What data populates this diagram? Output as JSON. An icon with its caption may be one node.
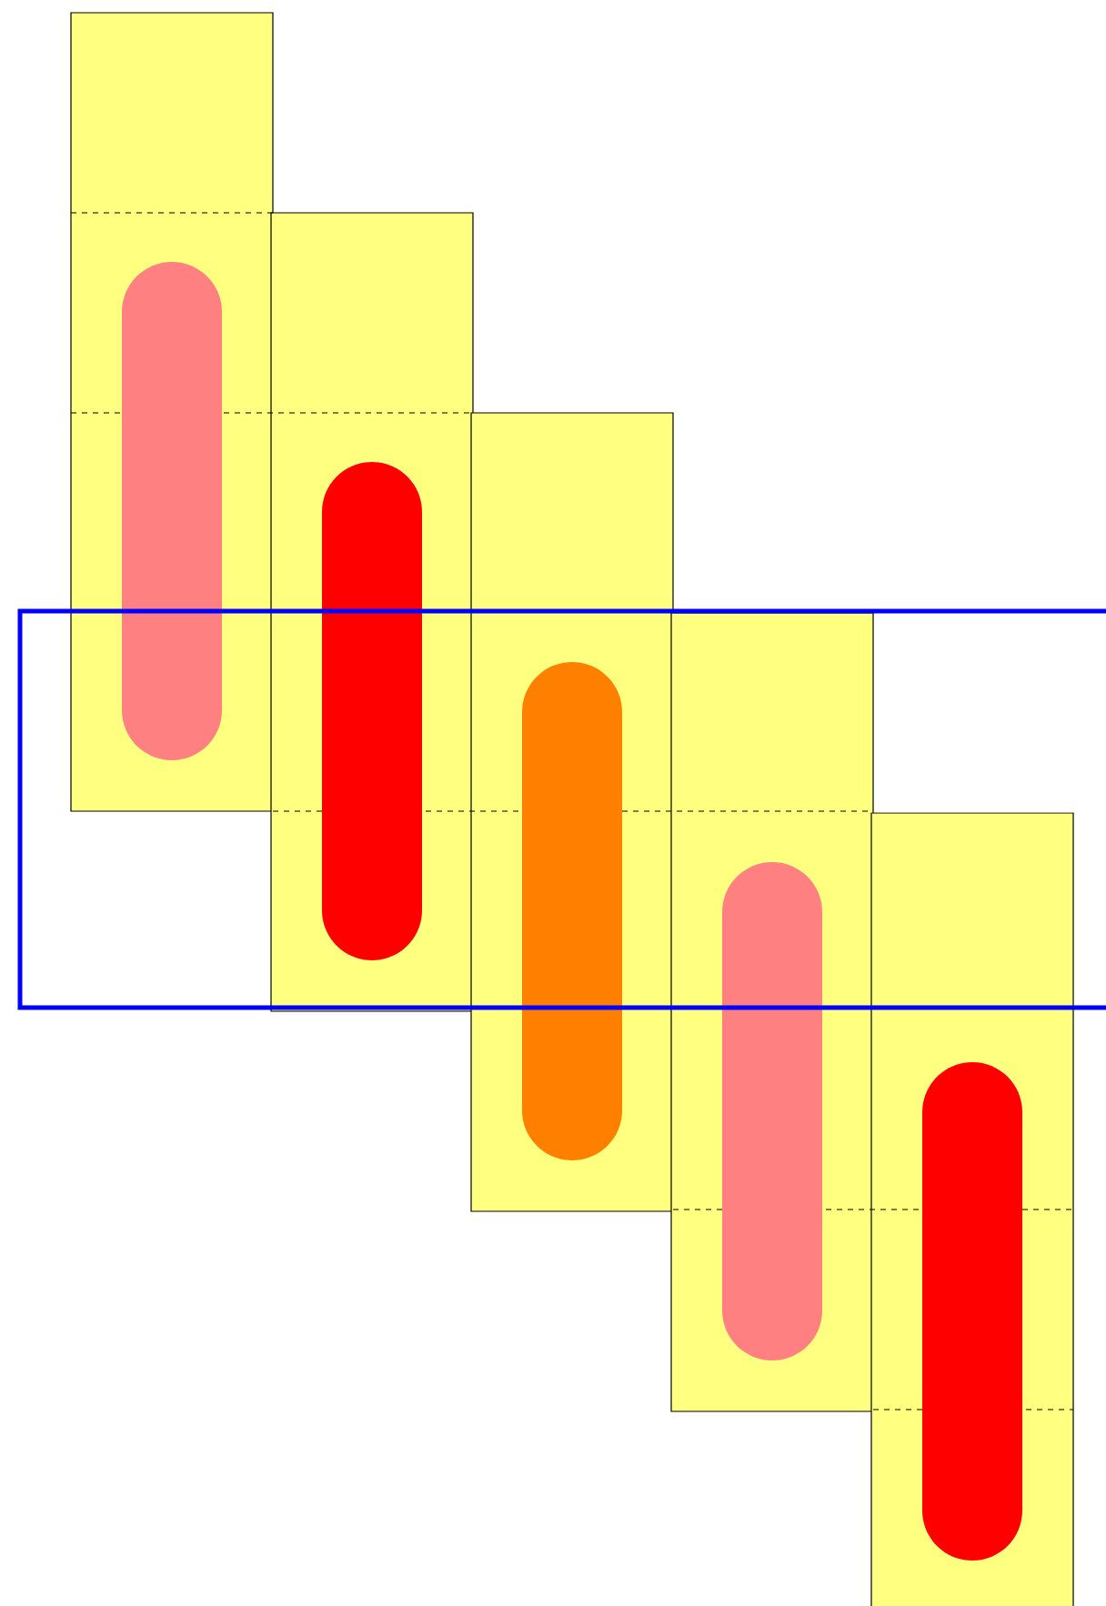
{
  "diagram": {
    "nodes": [
      {
        "text": [],
        "shape": "box"
      },
      {
        "text": [],
        "shape": "pill",
        "in": 0
      },
      {
        "text": [],
        "shape": "box"
      },
      {
        "text": [],
        "shape": "pill",
        "in": 2
      },
      {
        "text": [],
        "shape": "box"
      },
      {
        "text": [],
        "shape": "pill",
        "in": 4
      },
      {
        "text": [],
        "shape": "box"
      },
      {
        "text": [],
        "shape": "pill",
        "in": 6
      },
      {
        "text": [],
        "shape": "box"
      },
      {
        "text": [],
        "shape": "pill",
        "in": 8
      },
      {
        "text": [],
        "shape": "box"
      }
    ]
  }
}
